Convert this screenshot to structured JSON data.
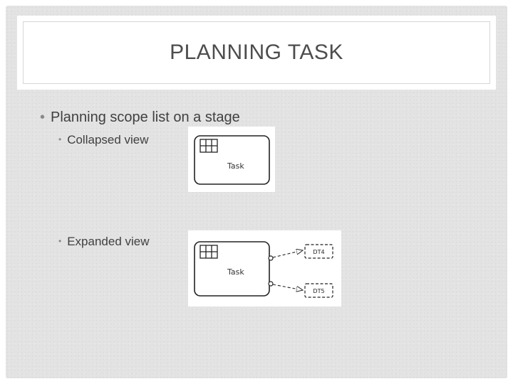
{
  "slide": {
    "title": "PLANNING TASK",
    "bullets": [
      "Planning scope list on a stage",
      "Collapsed view",
      "Expanded view"
    ]
  },
  "collapsed_diagram": {
    "task_label": "Task"
  },
  "expanded_diagram": {
    "task_label": "Task",
    "data_labels": [
      "DT4",
      "DT5"
    ]
  }
}
